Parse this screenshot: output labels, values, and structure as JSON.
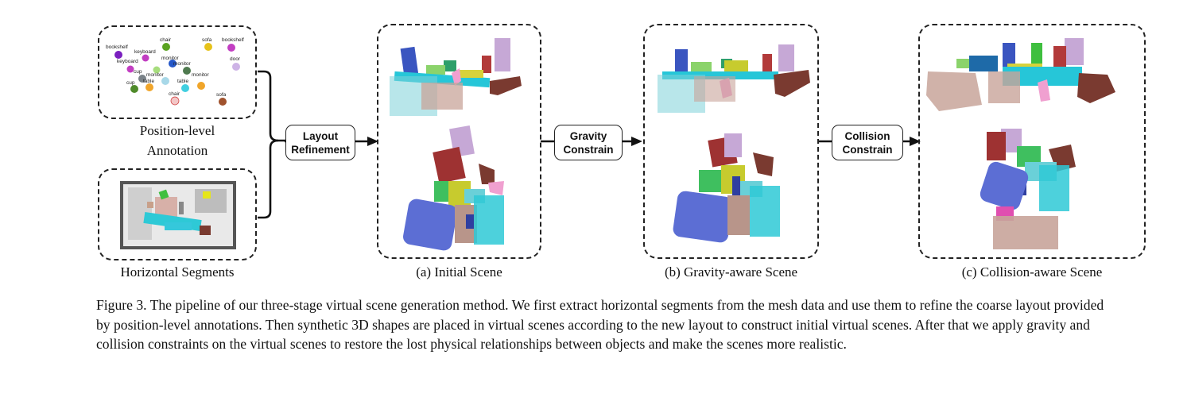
{
  "annotation_labels": [
    "bookshelf",
    "keyboard",
    "chair",
    "sofa",
    "bookshelf",
    "keyboard",
    "monitor",
    "monitor",
    "door",
    "cup",
    "monitor",
    "cup",
    "table",
    "monitor",
    "table",
    "chair",
    "sofa"
  ],
  "captions": {
    "position_level_line1": "Position-level",
    "position_level_line2": "Annotation",
    "horizontal_segments": "Horizontal Segments",
    "initial_scene": "(a) Initial Scene",
    "gravity_scene": "(b) Gravity-aware Scene",
    "collision_scene": "(c) Collision-aware Scene"
  },
  "steps": {
    "layout_line1": "Layout",
    "layout_line2": "Refinement",
    "gravity_line1": "Gravity",
    "gravity_line2": "Constrain",
    "collision_line1": "Collision",
    "collision_line2": "Constrain"
  },
  "figure_caption": "Figure 3. The pipeline of our three-stage virtual scene generation method. We first extract horizontal segments from the mesh data and use them to refine the coarse layout provided by position-level annotations. Then synthetic 3D shapes are placed in virtual scenes according to the new layout to construct initial virtual scenes. After that we apply gravity and collision constraints on the virtual scenes to restore the lost physical relationships between objects and make the scenes more realistic.",
  "colors": {
    "stroke": "#222222",
    "dot_purple": "#7a1fbf",
    "dot_green": "#5aa321",
    "dot_yellow": "#e6c21a",
    "dot_magenta": "#c23ec2",
    "dot_blue": "#2457c9",
    "dot_lightgreen": "#a7dd7d",
    "dot_darkgreen": "#4f7a4f",
    "dot_lavender": "#cdb3e6",
    "dot_grey": "#7a8288",
    "dot_cyan": "#41cfe0",
    "dot_orange": "#f0a52a",
    "dot_pink": "#f3c6c6",
    "dot_brown": "#a0522d"
  }
}
